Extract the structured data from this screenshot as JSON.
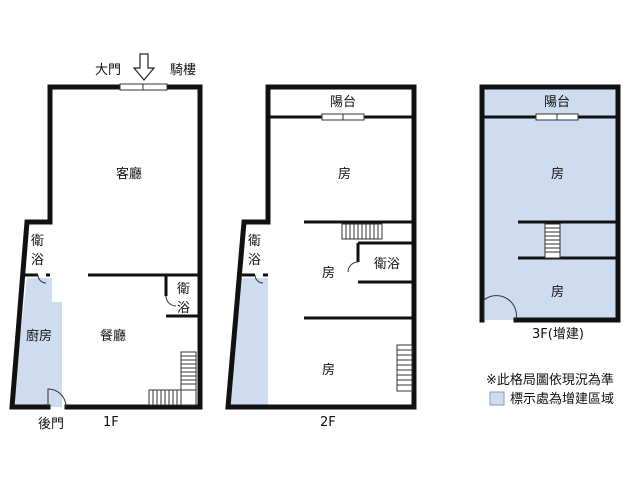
{
  "floor1": {
    "caption": "1F",
    "entrance_main": "大門",
    "entrance_arcade": "騎樓",
    "back_door": "後門",
    "rooms": {
      "living": "客廳",
      "bath_left": [
        "衛",
        "浴"
      ],
      "bath_right": [
        "衛",
        "浴"
      ],
      "kitchen": "廚房",
      "dining": "餐廳"
    }
  },
  "floor2": {
    "caption": "2F",
    "rooms": {
      "balcony": "陽台",
      "room_top": "房",
      "bath_left": [
        "衛",
        "浴"
      ],
      "room_mid": "房",
      "bath_mid": "衛浴",
      "room_bottom": "房"
    }
  },
  "floor3": {
    "caption": "3F(增建)",
    "rooms": {
      "balcony": "陽台",
      "room_top": "房",
      "room_bottom": "房"
    }
  },
  "notes": {
    "note": "※此格局圖依現況為準",
    "legend": "標示處為增建區域"
  },
  "colors": {
    "addition_fill": "#cfdcef",
    "wall": "#111111"
  }
}
